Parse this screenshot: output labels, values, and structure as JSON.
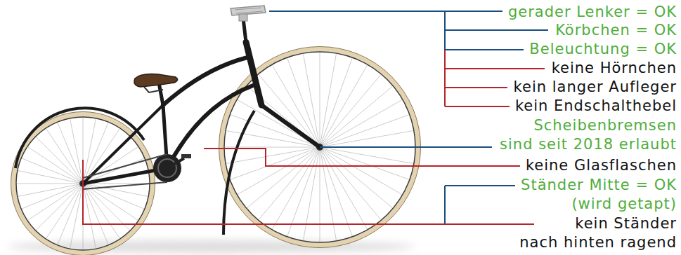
{
  "diagram": {
    "labels": [
      "gerader Lenker = OK",
      "Körbchen = OK",
      "Beleuchtung = OK",
      "keine Hörnchen",
      "kein langer Aufleger",
      "kein Endschalthebel",
      "Scheibenbremsen sind seit 2018 erlaubt",
      "keine Glasflaschen",
      "Ständer Mitte = OK (wird getapt)",
      "kein Ständer nach hinten ragend"
    ]
  }
}
